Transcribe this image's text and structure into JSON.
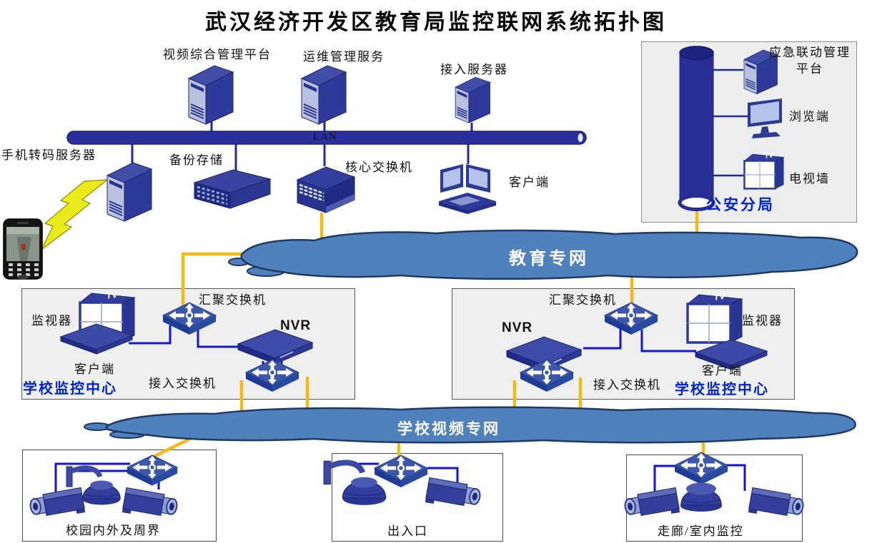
{
  "title": "武汉经济开发区教育局监控联网系统拓扑图",
  "lan": {
    "label": "LAN"
  },
  "headquarters": {
    "video_platform": "视频综合管理平台",
    "ops_service": "运维管理服务",
    "access_server": "接入服务器",
    "phone_transcode_server": "手机转码服务器",
    "backup_storage": "备份存储",
    "core_switch": "核心交换机",
    "client": "客户端"
  },
  "police_branch": {
    "title": "公安分局",
    "emergency_platform": "应急联动管理平台",
    "browser_terminal": "浏览端",
    "tv_wall": "电视墙"
  },
  "networks": {
    "education": "教育专网",
    "school_video": "学校视频专网"
  },
  "school_center_left": {
    "title": "学校监控中心",
    "monitor": "监视器",
    "client": "客户端",
    "aggregation_switch": "汇聚交换机",
    "nvr": "NVR",
    "access_switch": "接入交换机"
  },
  "school_center_right": {
    "title": "学校监控中心",
    "monitor": "监视器",
    "client": "客户端",
    "aggregation_switch": "汇聚交换机",
    "nvr": "NVR",
    "access_switch": "接入交换机"
  },
  "camera_groups": {
    "perimeter": "校园内外及周界",
    "entrance": "出入口",
    "corridor": "走廊/室内监控"
  },
  "icons": {
    "tv_text": "TV"
  },
  "colors": {
    "device_navy": "#2e3a99",
    "line_navy": "#232a90",
    "line_blue": "#1414d6",
    "line_yellow": "#f3ba16",
    "cloud_fill": "#4f81bd",
    "cloud_border": "#1f3864",
    "highlight_blue_text": "#0023d5"
  }
}
